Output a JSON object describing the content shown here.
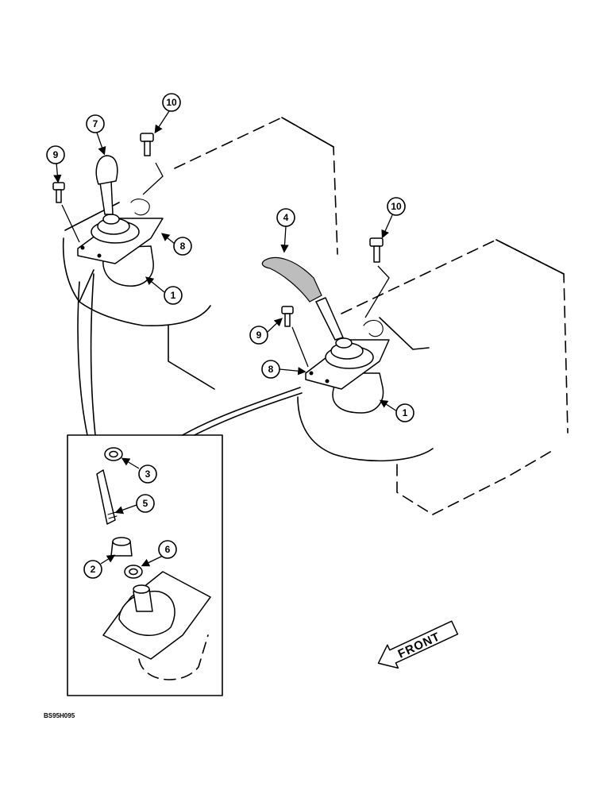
{
  "callouts": {
    "c1a": "1",
    "c1b": "1",
    "c2": "2",
    "c3": "3",
    "c4": "4",
    "c5": "5",
    "c6": "6",
    "c7": "7",
    "c8a": "8",
    "c8b": "8",
    "c9a": "9",
    "c9b": "9",
    "c10a": "10",
    "c10b": "10"
  },
  "front_label": "FRONT",
  "drawing_code": "BS95H095"
}
